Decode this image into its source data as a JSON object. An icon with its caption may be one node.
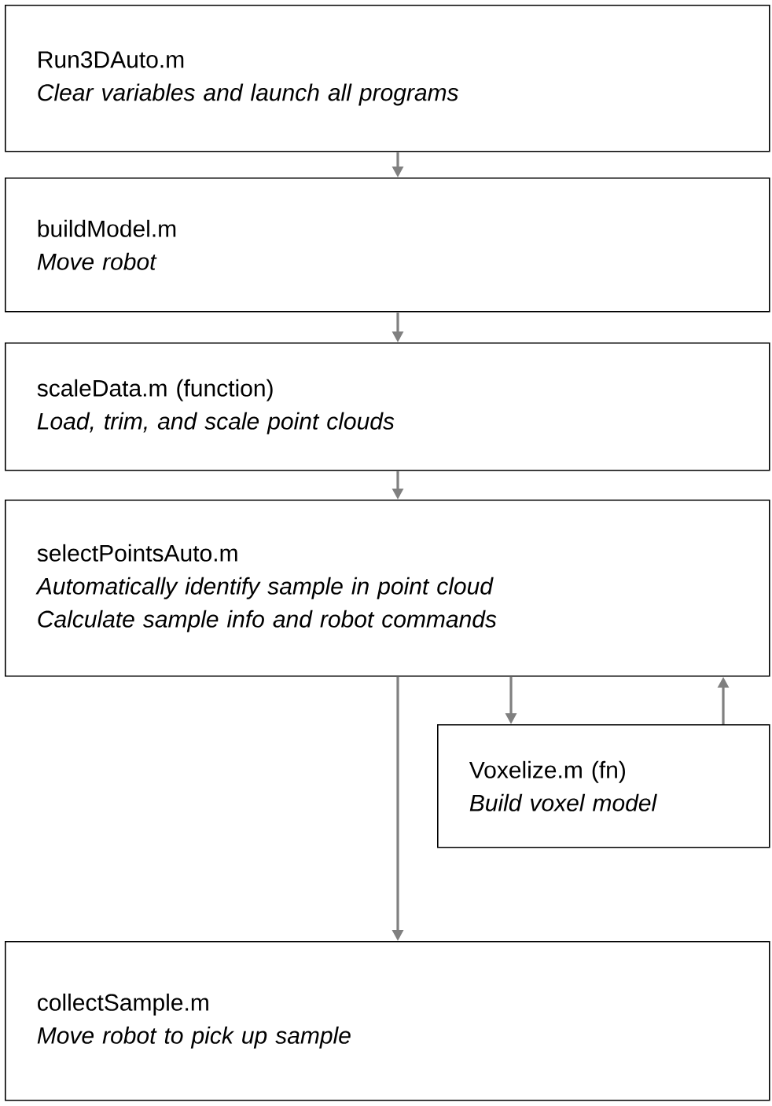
{
  "diagram": {
    "nodes": [
      {
        "text": [
          "Run3DAuto.m",
          "Clear variables and launch all programs"
        ]
      },
      {
        "text": [
          "buildModel.m",
          "Move robot"
        ]
      },
      {
        "text": [
          "scaleData.m (function)",
          "Load, trim, and scale point clouds"
        ]
      },
      {
        "text": [
          "selectPointsAuto.m",
          "Automatically identify sample in point cloud",
          "Calculate sample info and robot commands"
        ]
      },
      {
        "text": [
          "Voxelize.m (fn)",
          "Build voxel model"
        ]
      },
      {
        "text": [
          "collectSample.m",
          "Move robot to pick up sample"
        ]
      }
    ],
    "edges": [
      {
        "from": 0,
        "to": 1,
        "arrow": "to"
      },
      {
        "from": 1,
        "to": 2,
        "arrow": "to"
      },
      {
        "from": 2,
        "to": 3,
        "arrow": "to"
      },
      {
        "from": 3,
        "to": 4,
        "arrow": "to"
      },
      {
        "from": 4,
        "to": 3,
        "arrow": "to"
      },
      {
        "from": 3,
        "to": 5,
        "arrow": "to"
      }
    ]
  }
}
